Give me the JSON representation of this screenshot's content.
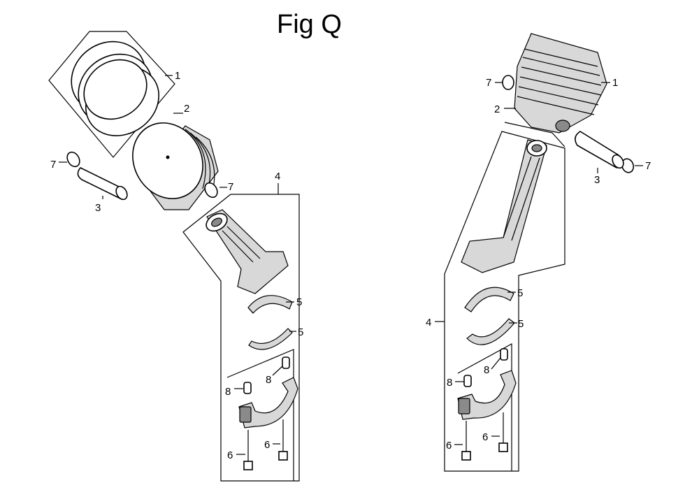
{
  "figure": {
    "title": "Fig Q"
  },
  "callouts": {
    "left": {
      "piston_rings": "1",
      "piston": "2",
      "piston_pin": "3",
      "connecting_rod": "4",
      "bearing_upper": "5",
      "bearing_lower": "5",
      "bolt_left": "6",
      "bolt_right": "6",
      "clip_left": "7",
      "clip_right": "7",
      "dowel_left": "8",
      "dowel_right": "8"
    },
    "right": {
      "piston_rings": "1",
      "piston": "2",
      "piston_pin": "3",
      "connecting_rod": "4",
      "bearing_upper": "5",
      "bearing_lower": "5",
      "bolt_left": "6",
      "bolt_right": "6",
      "clip_left": "7",
      "clip_right": "7",
      "dowel_left": "8",
      "dowel_right": "8"
    }
  }
}
